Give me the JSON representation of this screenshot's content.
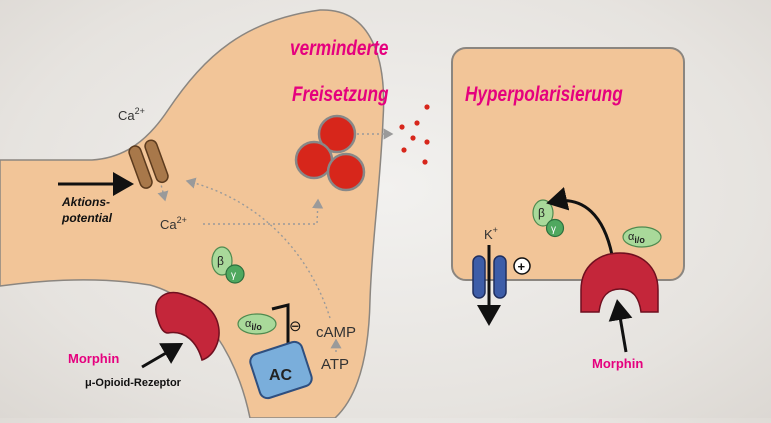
{
  "labels": {
    "reduced_release_line1": "verminderte",
    "reduced_release_line2": "Freisetzung",
    "hyperpolarization": "Hyperpolarisierung",
    "calcium_top": "Ca",
    "calcium_bottom": "Ca",
    "calcium_charge": "2+",
    "action_potential_line1": "Aktions-",
    "action_potential_line2": "potential",
    "beta": "β",
    "gamma": "γ",
    "alpha": "α",
    "alpha_sub": "i/o",
    "camp": "cAMP",
    "atp": "ATP",
    "ac": "AC",
    "inhibit_sign": "⊖",
    "potassium": "K",
    "potassium_charge": "+",
    "plus_sign": "+",
    "morphin_left": "Morphin",
    "morphin_right": "Morphin",
    "receptor": "μ-Opioid-Rezeptor"
  },
  "colors": {
    "cell_fill": "#f2c598",
    "cell_stroke": "#8b8680",
    "vesicle": "#d7261b",
    "channel_brown": "#a8784a",
    "k_channel": "#3d5da8",
    "receptor_red": "#c4263a",
    "g_protein_green": "#a9d99a",
    "ac_blue": "#7aaedb",
    "magenta": "#e5007e"
  }
}
